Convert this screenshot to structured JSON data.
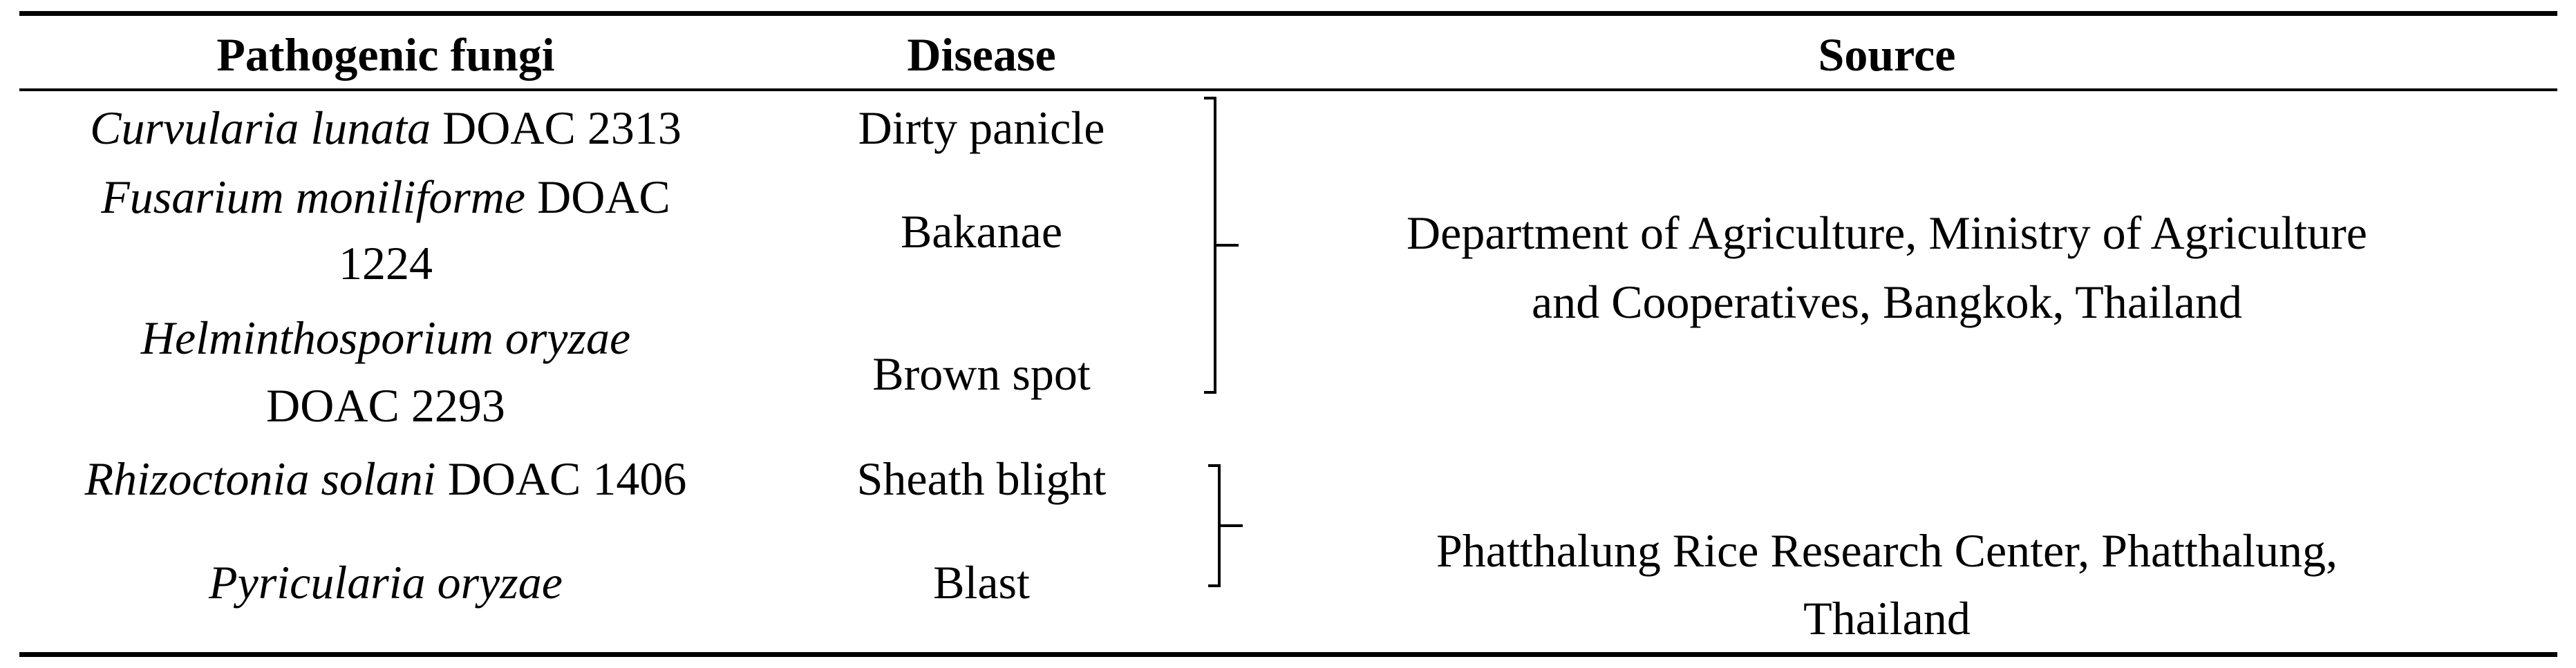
{
  "table": {
    "headers": {
      "fungi": "Pathogenic fungi",
      "disease": "Disease",
      "source": "Source"
    },
    "rows": [
      {
        "fungi_name": "Curvularia lunata",
        "fungi_code": " DOAC 2313",
        "disease": "Dirty panicle"
      },
      {
        "fungi_name": "Fusarium moniliforme",
        "fungi_code": " DOAC",
        "fungi_code_line2": "1224",
        "disease": "Bakanae"
      },
      {
        "fungi_name": "Helminthosporium oryzae",
        "fungi_code_line2": "DOAC 2293",
        "disease": "Brown spot"
      },
      {
        "fungi_name": "Rhizoctonia solani",
        "fungi_code": " DOAC 1406",
        "disease": "Sheath blight"
      },
      {
        "fungi_name": "Pyricularia oryzae",
        "disease": "Blast"
      }
    ],
    "sources": [
      {
        "line1": "Department of Agriculture, Ministry of Agriculture",
        "line2": "and Cooperatives, Bangkok, Thailand"
      },
      {
        "line1": "Phatthalung Rice Research Center, Phatthalung,",
        "line2": "Thailand"
      }
    ]
  }
}
